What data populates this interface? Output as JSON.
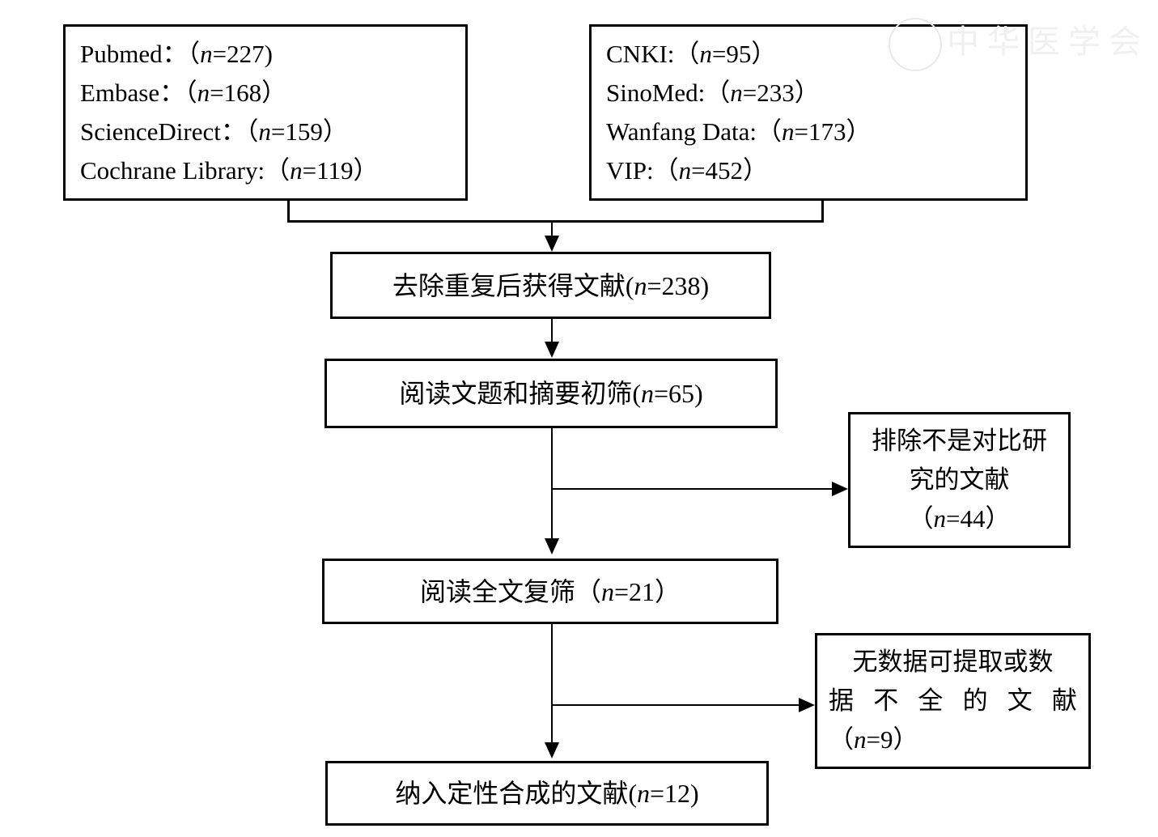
{
  "figure": {
    "type": "prisma-study-selection-flowchart",
    "sources": {
      "foreign_databases": {
        "box_name": "foreign-database-sources",
        "lines": [
          "Pubmed：（n=227)",
          "Embase：（n=168）",
          "ScienceDirect：（n=159）",
          "Cochrane Library:（n=119）"
        ],
        "entries": [
          {
            "database": "Pubmed",
            "n": 227
          },
          {
            "database": "Embase",
            "n": 168
          },
          {
            "database": "ScienceDirect",
            "n": 159
          },
          {
            "database": "Cochrane Library",
            "n": 119
          }
        ]
      },
      "chinese_databases": {
        "box_name": "chinese-database-sources",
        "lines": [
          "CNKI:（n=95）",
          "SinoMed:（n=233）",
          "Wanfang Data:（n=173）",
          "VIP:（n=452）"
        ],
        "entries": [
          {
            "database": "CNKI",
            "n": 95
          },
          {
            "database": "SinoMed",
            "n": 233
          },
          {
            "database": "Wanfang Data",
            "n": 173
          },
          {
            "database": "VIP",
            "n": 452
          }
        ]
      }
    },
    "stages": [
      {
        "id": "dedup",
        "text": "去除重复后获得文献(n=238)",
        "n": 238
      },
      {
        "id": "screen",
        "text": "阅读文题和摘要初筛(n=65)",
        "n": 65
      },
      {
        "id": "fulltext",
        "text": "阅读全文复筛（n=21）",
        "n": 21
      },
      {
        "id": "included",
        "text": "纳入定性合成的文献(n=12)",
        "n": 12
      }
    ],
    "exclusions": [
      {
        "id": "not-comparative",
        "lines": [
          "排除不是对比研",
          "究的文献",
          "（n=44）"
        ],
        "n": 44
      },
      {
        "id": "no-extractable-data",
        "lines": [
          "无数据可提取或数",
          "据不全的文献",
          "（n=9）"
        ],
        "n": 9
      }
    ],
    "watermark": {
      "seal_label": "中华医学会",
      "text": "中华医学会"
    },
    "colors": {
      "stroke": "#000000",
      "background": "#ffffff",
      "watermark": "#f0f0f0"
    }
  }
}
